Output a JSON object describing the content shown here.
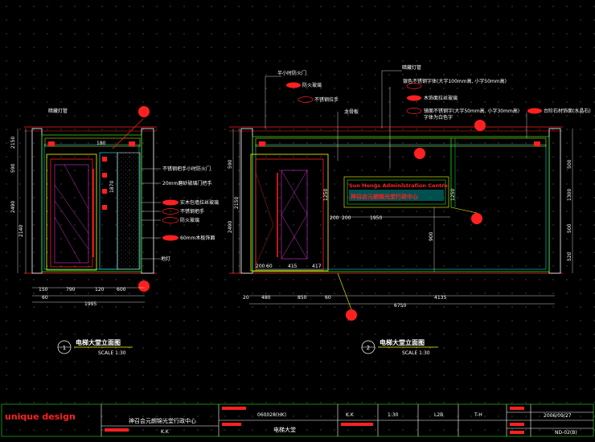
{
  "left_elevation": {
    "title": "电梯大堂立面图",
    "scale": "SCALE 1:30",
    "marker": "1",
    "annotations": [
      {
        "text": "暗藏灯管"
      },
      {
        "text": "不锈钢把手小时防火门"
      },
      {
        "text": "20mm磨砂玻璃门把手"
      },
      {
        "text": "实木包墙拉丝玻璃"
      },
      {
        "text": "不锈钢把手"
      },
      {
        "text": "防火玻璃"
      },
      {
        "text": "60mm木板饰面"
      },
      {
        "text": "地灯"
      }
    ],
    "dims_vertical": [
      "590",
      "2150",
      "2490",
      "2140"
    ],
    "dims_horizontal": [
      "150",
      "790",
      "120",
      "600",
      "60",
      "1995"
    ],
    "dims_inner": [
      "180",
      "1870"
    ]
  },
  "right_elevation": {
    "title": "电梯大堂立面图",
    "scale": "SCALE 1:30",
    "marker": "2",
    "annotations": [
      {
        "text": "半小时防火门"
      },
      {
        "text": "防火玻璃"
      },
      {
        "text": "不锈钢拉手"
      },
      {
        "text": "龙骨板"
      },
      {
        "text": "暗藏灯管"
      },
      {
        "text": "银色不锈钢字体(大字100mm高, 小字50mm高)"
      },
      {
        "text": "木饰面拉丝玻璃"
      },
      {
        "text": "镜面不锈钢字(大字50mm高, 小字30mm高)"
      },
      {
        "text": "字体为白色字"
      },
      {
        "text": "台阶石材饰面(水晶石)"
      }
    ],
    "sign_line1": "Sun Hongs Administration Centre",
    "sign_line2": "神召会元朗锦光堂行政中心",
    "dims_vertical": [
      "590",
      "2490",
      "2150",
      "500",
      "1300",
      "500",
      "520"
    ],
    "dims_horizontal": [
      "20",
      "480",
      "850",
      "60",
      "4135",
      "6750"
    ],
    "dims_inner": [
      "1250",
      "200",
      "1950",
      "200",
      "1250",
      "200",
      "415",
      "417",
      "60",
      "900"
    ]
  },
  "title_block": {
    "logo": "unique design",
    "project": "神召会元朗锦光堂行政中心",
    "drawing_no": "060028(HK)",
    "drawn_by": "K.K",
    "checked_by": "K.K",
    "scale_val": "1:30",
    "sheet": "L2B",
    "rev": "T-H",
    "date": "2006/09/27",
    "drawing_title": "电梯大堂",
    "code": "ND-02(B)"
  }
}
